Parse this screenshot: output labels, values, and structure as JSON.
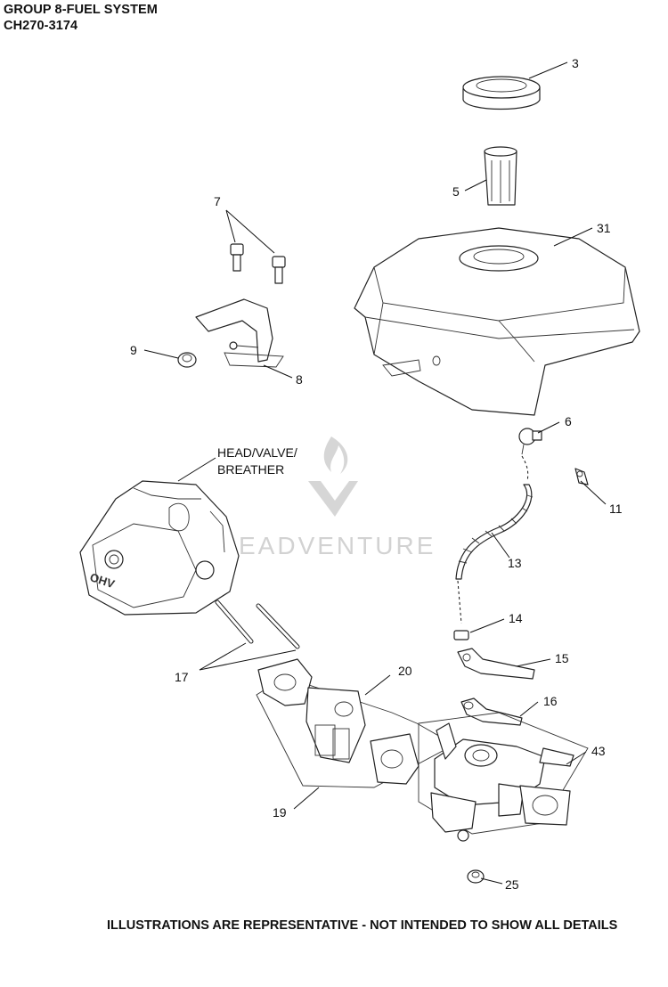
{
  "header": {
    "group_title": "GROUP 8-FUEL SYSTEM",
    "model_code": "CH270-3174"
  },
  "callouts": {
    "c3": "3",
    "c5": "5",
    "c31": "31",
    "c7": "7",
    "c9": "9",
    "c8": "8",
    "c6": "6",
    "c11": "11",
    "c13": "13",
    "c14": "14",
    "c15": "15",
    "c16": "16",
    "c17": "17",
    "c20": "20",
    "c43": "43",
    "c19": "19",
    "c25": "25"
  },
  "labels": {
    "head_valve_line1": "HEAD/VALVE/",
    "head_valve_line2": "BREATHER",
    "engine_mark": "OHV"
  },
  "watermark": {
    "text": "EADVENTURE"
  },
  "footer": {
    "disclaimer": "ILLUSTRATIONS ARE REPRESENTATIVE - NOT INTENDED TO SHOW ALL DETAILS"
  }
}
